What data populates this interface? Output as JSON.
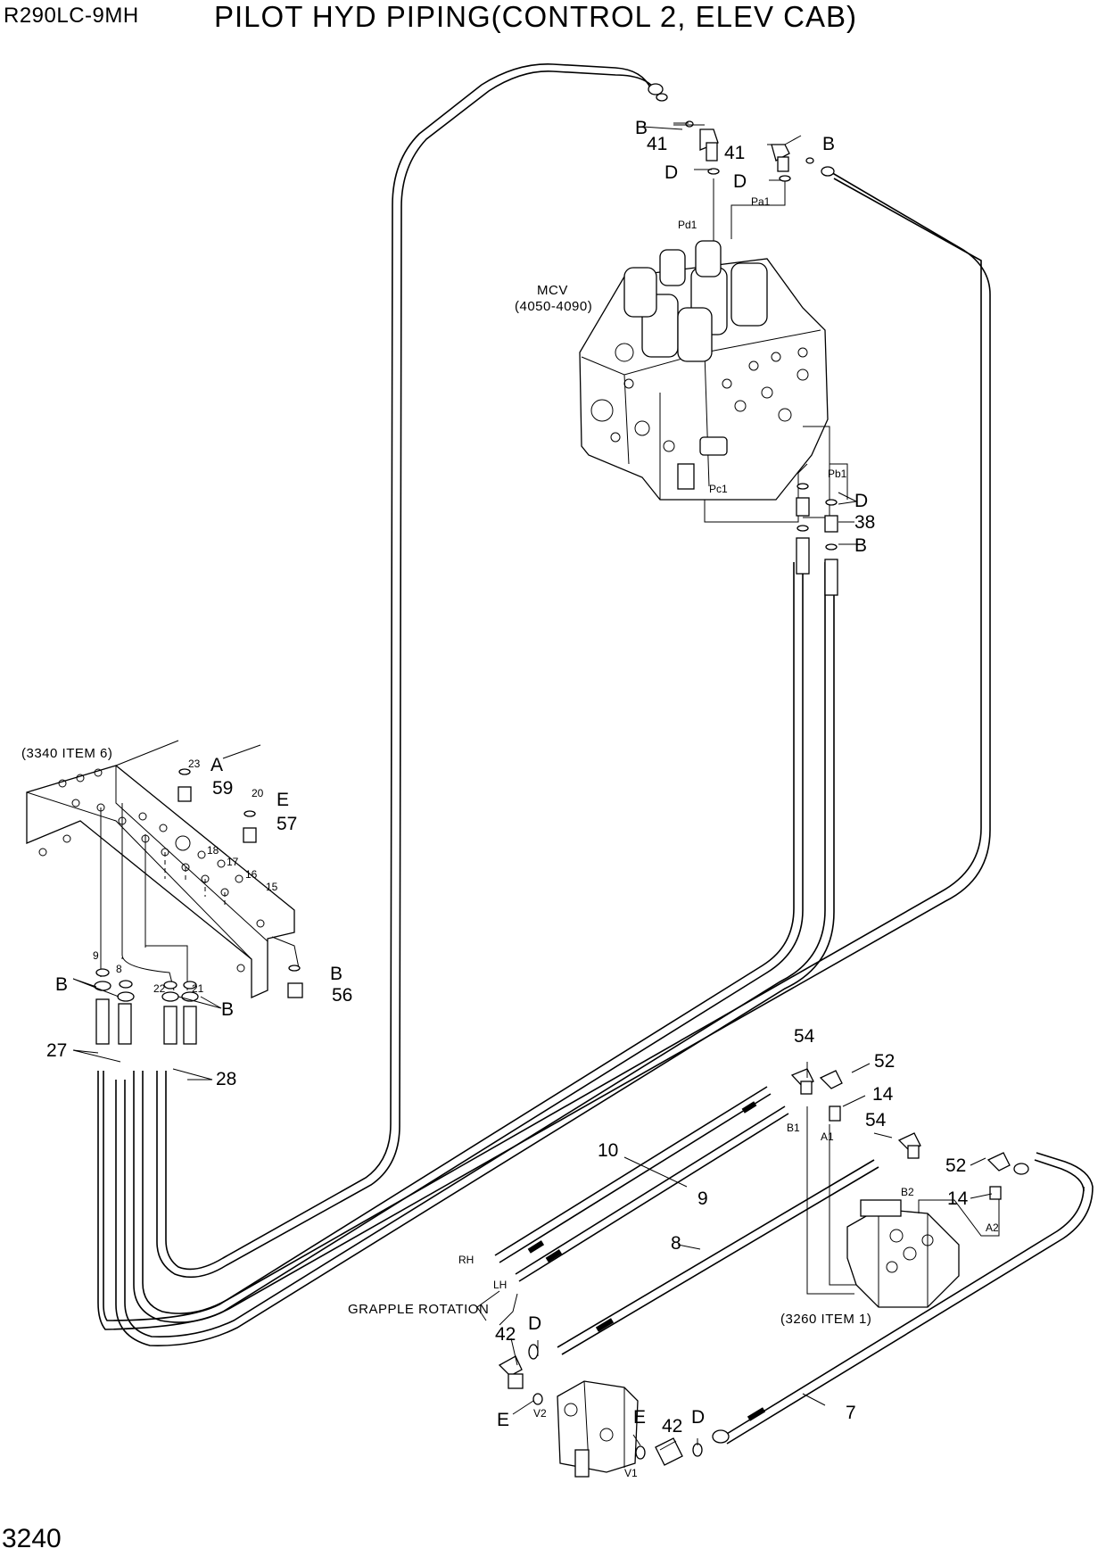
{
  "header": {
    "model": "R290LC-9MH",
    "title": "PILOT HYD PIPING(CONTROL 2, ELEV CAB)"
  },
  "page_number": "3240",
  "components": {
    "mcv_label": "MCV",
    "mcv_range": "(4050-4090)",
    "bracket_ref": "(3340 ITEM 6)",
    "valve_ref": "(3260 ITEM 1)",
    "grapple_label": "GRAPPLE ROTATION",
    "rh": "RH",
    "lh": "LH"
  },
  "ports": {
    "pd1": "Pd1",
    "pa1": "Pa1",
    "pb1": "Pb1",
    "pc1": "Pc1",
    "b1": "B1",
    "a1": "A1",
    "b2": "B2",
    "a2": "A2",
    "v1": "V1",
    "v2": "V2"
  },
  "callouts": {
    "b": "B",
    "d": "D",
    "a": "A",
    "e": "E",
    "n41": "41",
    "n38": "38",
    "n59": "59",
    "n57": "57",
    "n56": "56",
    "n27": "27",
    "n28": "28",
    "n54": "54",
    "n52": "52",
    "n14": "14",
    "n10": "10",
    "n9": "9",
    "n8": "8",
    "n7": "7",
    "n42": "42"
  },
  "bracket_holes": {
    "h23": "23",
    "h20": "20",
    "h18": "18",
    "h17": "17",
    "h16": "16",
    "h15": "15",
    "h9": "9",
    "h8": "8",
    "h22": "22",
    "h21": "21"
  }
}
